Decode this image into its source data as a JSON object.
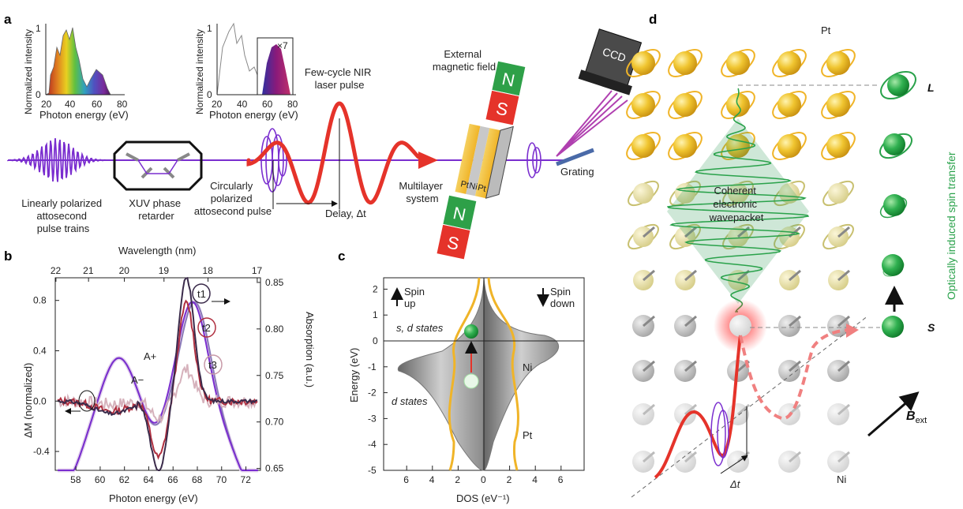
{
  "panels": {
    "a": "a",
    "b": "b",
    "c": "c",
    "d": "d"
  },
  "colors": {
    "purple": "#7a2ecf",
    "red": "#e5332a",
    "gold": "#f0b428",
    "green": "#2aa24b",
    "gray": "#9a9a9a",
    "magenta": "#8a1a6a"
  },
  "panel_a": {
    "spectrum1": {
      "ylabel": "Normalized intensity",
      "xlabel": "Photon energy (eV)",
      "yticks": [
        "0",
        "1"
      ],
      "xticks": [
        "20",
        "40",
        "60",
        "80"
      ]
    },
    "spectrum2": {
      "ylabel": "Normalized intensity",
      "xlabel": "Photon energy (eV)",
      "yticks": [
        "0",
        "1"
      ],
      "xticks": [
        "20",
        "40",
        "60",
        "80"
      ],
      "inset": "×7"
    },
    "labels": {
      "pulse_trains": [
        "Linearly polarized",
        "attosecond",
        "pulse trains"
      ],
      "retarder": [
        "XUV phase",
        "retarder"
      ],
      "circular": [
        "Circularly",
        "polarized",
        "attosecond pulse"
      ],
      "nir": [
        "Few-cycle NIR",
        "laser pulse"
      ],
      "delay": "Delay, Δt",
      "field": [
        "External",
        "magnetic field"
      ],
      "multilayer": [
        "Multilayer",
        "system"
      ],
      "layers": [
        "Pt",
        "Ni",
        "Pt"
      ],
      "magnet_n": "N",
      "magnet_s": "S",
      "grating": "Grating",
      "ccd": "CCD"
    }
  },
  "panel_b": {
    "top_xlabel": "Wavelength (nm)",
    "top_ticks": [
      "22",
      "21",
      "20",
      "19",
      "18",
      "17"
    ],
    "xlabel": "Photon energy (eV)",
    "xticks": [
      "58",
      "60",
      "62",
      "64",
      "66",
      "68",
      "70",
      "72"
    ],
    "ylabel_left": "ΔM (normalized)",
    "ylabel_right": "Absorption (a.u.)",
    "yticks_left": [
      "0.8",
      "0.4",
      "0.0",
      "-0.4"
    ],
    "yticks_right": [
      "0.85",
      "0.80",
      "0.75",
      "0.70",
      "0.65"
    ],
    "legend": {
      "t1": "t1",
      "t2": "t2",
      "t3": "t3",
      "aplus": "A+",
      "aminus": "A−"
    }
  },
  "panel_c": {
    "xlabel": "DOS (eV⁻¹)",
    "ylabel": "Energy (eV)",
    "xticks": [
      "6",
      "4",
      "2",
      "0",
      "2",
      "4",
      "6"
    ],
    "yticks": [
      "2",
      "1",
      "0",
      "-1",
      "-2",
      "-3",
      "-4",
      "-5"
    ],
    "spin_up": [
      "Spin",
      "up"
    ],
    "spin_down": [
      "Spin",
      "down"
    ],
    "sd_states": "s, d states",
    "d_states": "d states",
    "ni": "Ni",
    "pt": "Pt"
  },
  "panel_d": {
    "pt": "Pt",
    "ni": "Ni",
    "wavepacket": [
      "Coherent",
      "electronic",
      "wavepacket"
    ],
    "L": "L",
    "S": "S",
    "vertical": "Optically induced spin transfer",
    "bext": "B",
    "bext_sub": "ext",
    "dt": "Δt"
  }
}
